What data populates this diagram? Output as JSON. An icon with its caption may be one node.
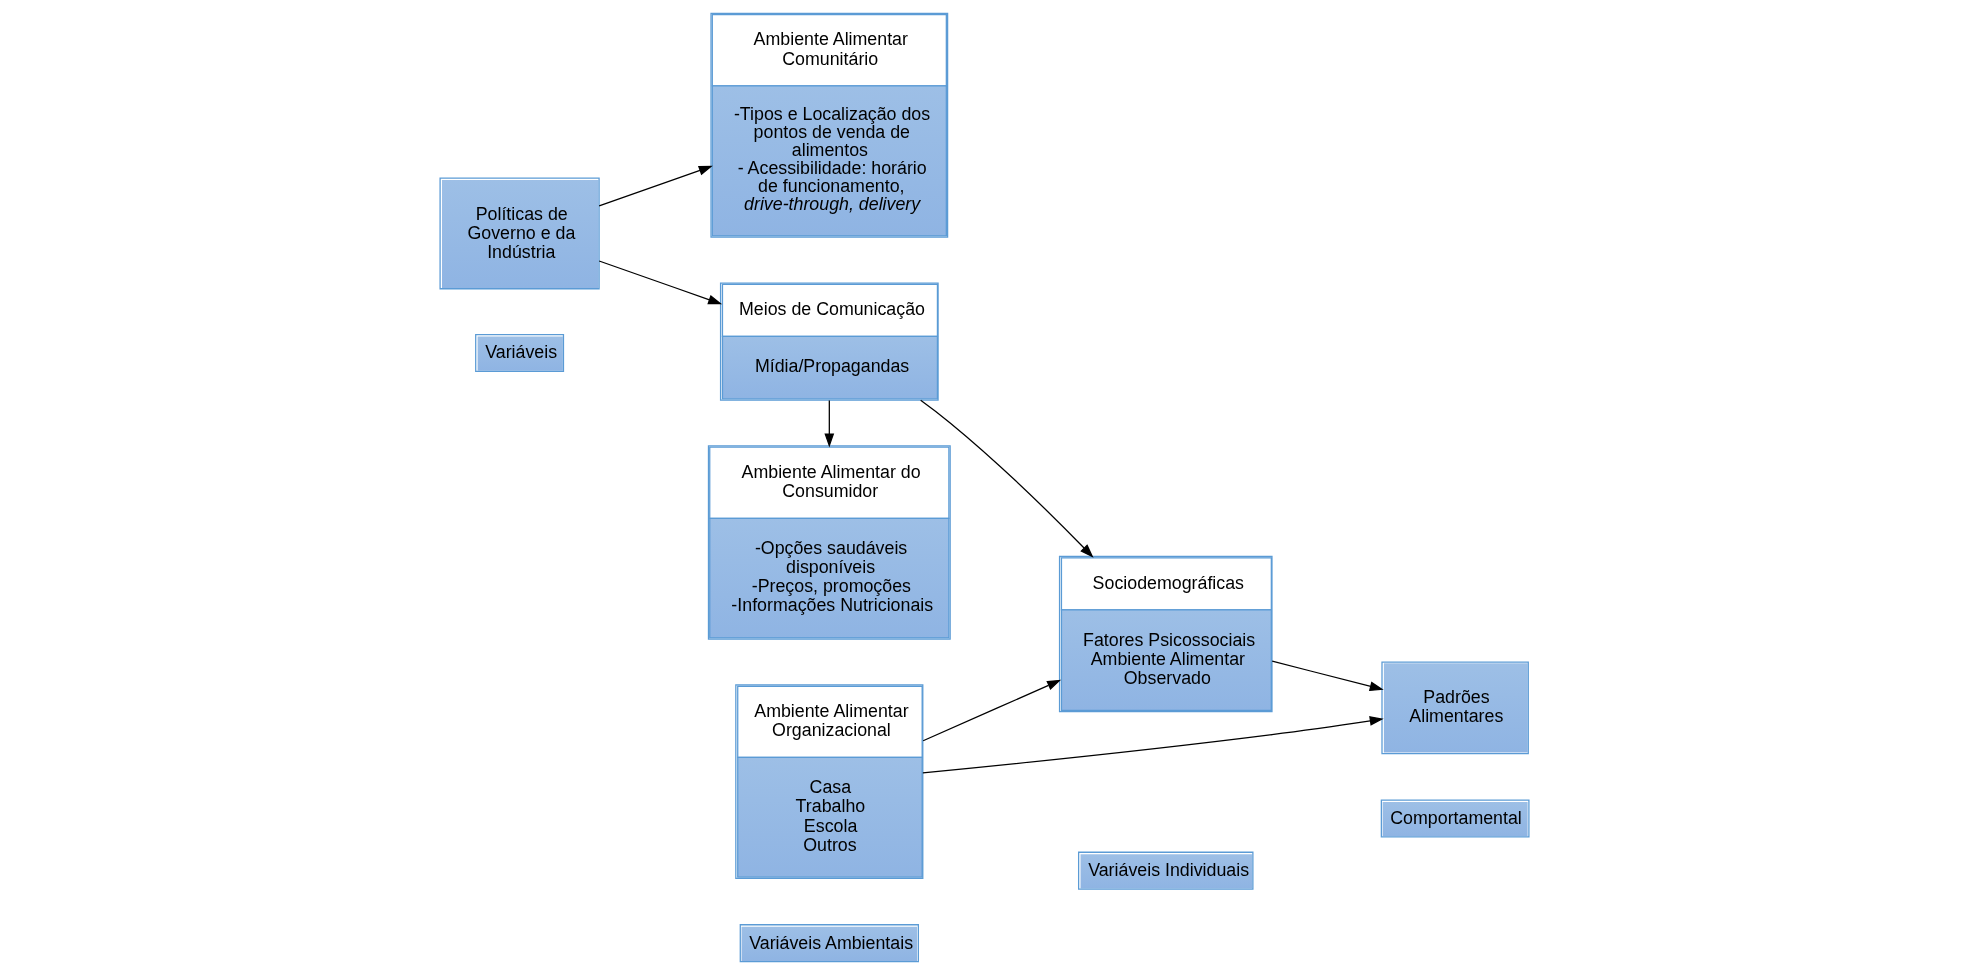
{
  "diagram": {
    "nodes": [
      {
        "text": [
          "Variáveis"
        ]
      },
      {
        "text": [
          "Variáveis Ambientais"
        ]
      },
      {
        "text": [
          "Variáveis Individuais"
        ]
      },
      {
        "text": [
          "Comportamental"
        ]
      },
      {
        "text": [
          "Políticas de Governo e da Indústria"
        ]
      },
      {
        "text": [
          "Ambiente Alimentar Comunitário",
          "-Tipos e Localização dos pontos de venda de alimentos",
          "- Acessibilidade: horário de funcionamento, *drive-through, delivery*"
        ]
      },
      {
        "text": [
          "Ambiente Alimentar Organizacional",
          "Casa",
          "Trabalho",
          "Escola",
          "Outros"
        ]
      },
      {
        "text": [
          "Ambiente Alimentar do Consumidor",
          "-Opções saudáveis disponíveis",
          "-Preços, promoções",
          "-Informações Nutricionais"
        ]
      },
      {
        "text": [
          "Sociodemográficas",
          "Fatores Psicossociais",
          "Ambiente Alimentar Observado"
        ]
      },
      {
        "text": [
          "Padrões Alimentares"
        ]
      },
      {
        "text": [
          "Meios de Comunicação",
          "Mídia/Propagandas"
        ]
      }
    ],
    "edges": [
      {
        "from": 4,
        "to": 5,
        "arrow": "to"
      },
      {
        "from": 4,
        "to": 10,
        "arrow": "to"
      },
      {
        "from": 10,
        "to": 7,
        "arrow": "to"
      },
      {
        "from": 10,
        "to": 8,
        "arrow": "to"
      },
      {
        "from": 6,
        "to": 8,
        "arrow": "to"
      },
      {
        "from": 6,
        "to": 9,
        "arrow": "to"
      },
      {
        "from": 8,
        "to": 9,
        "arrow": "to"
      }
    ]
  }
}
